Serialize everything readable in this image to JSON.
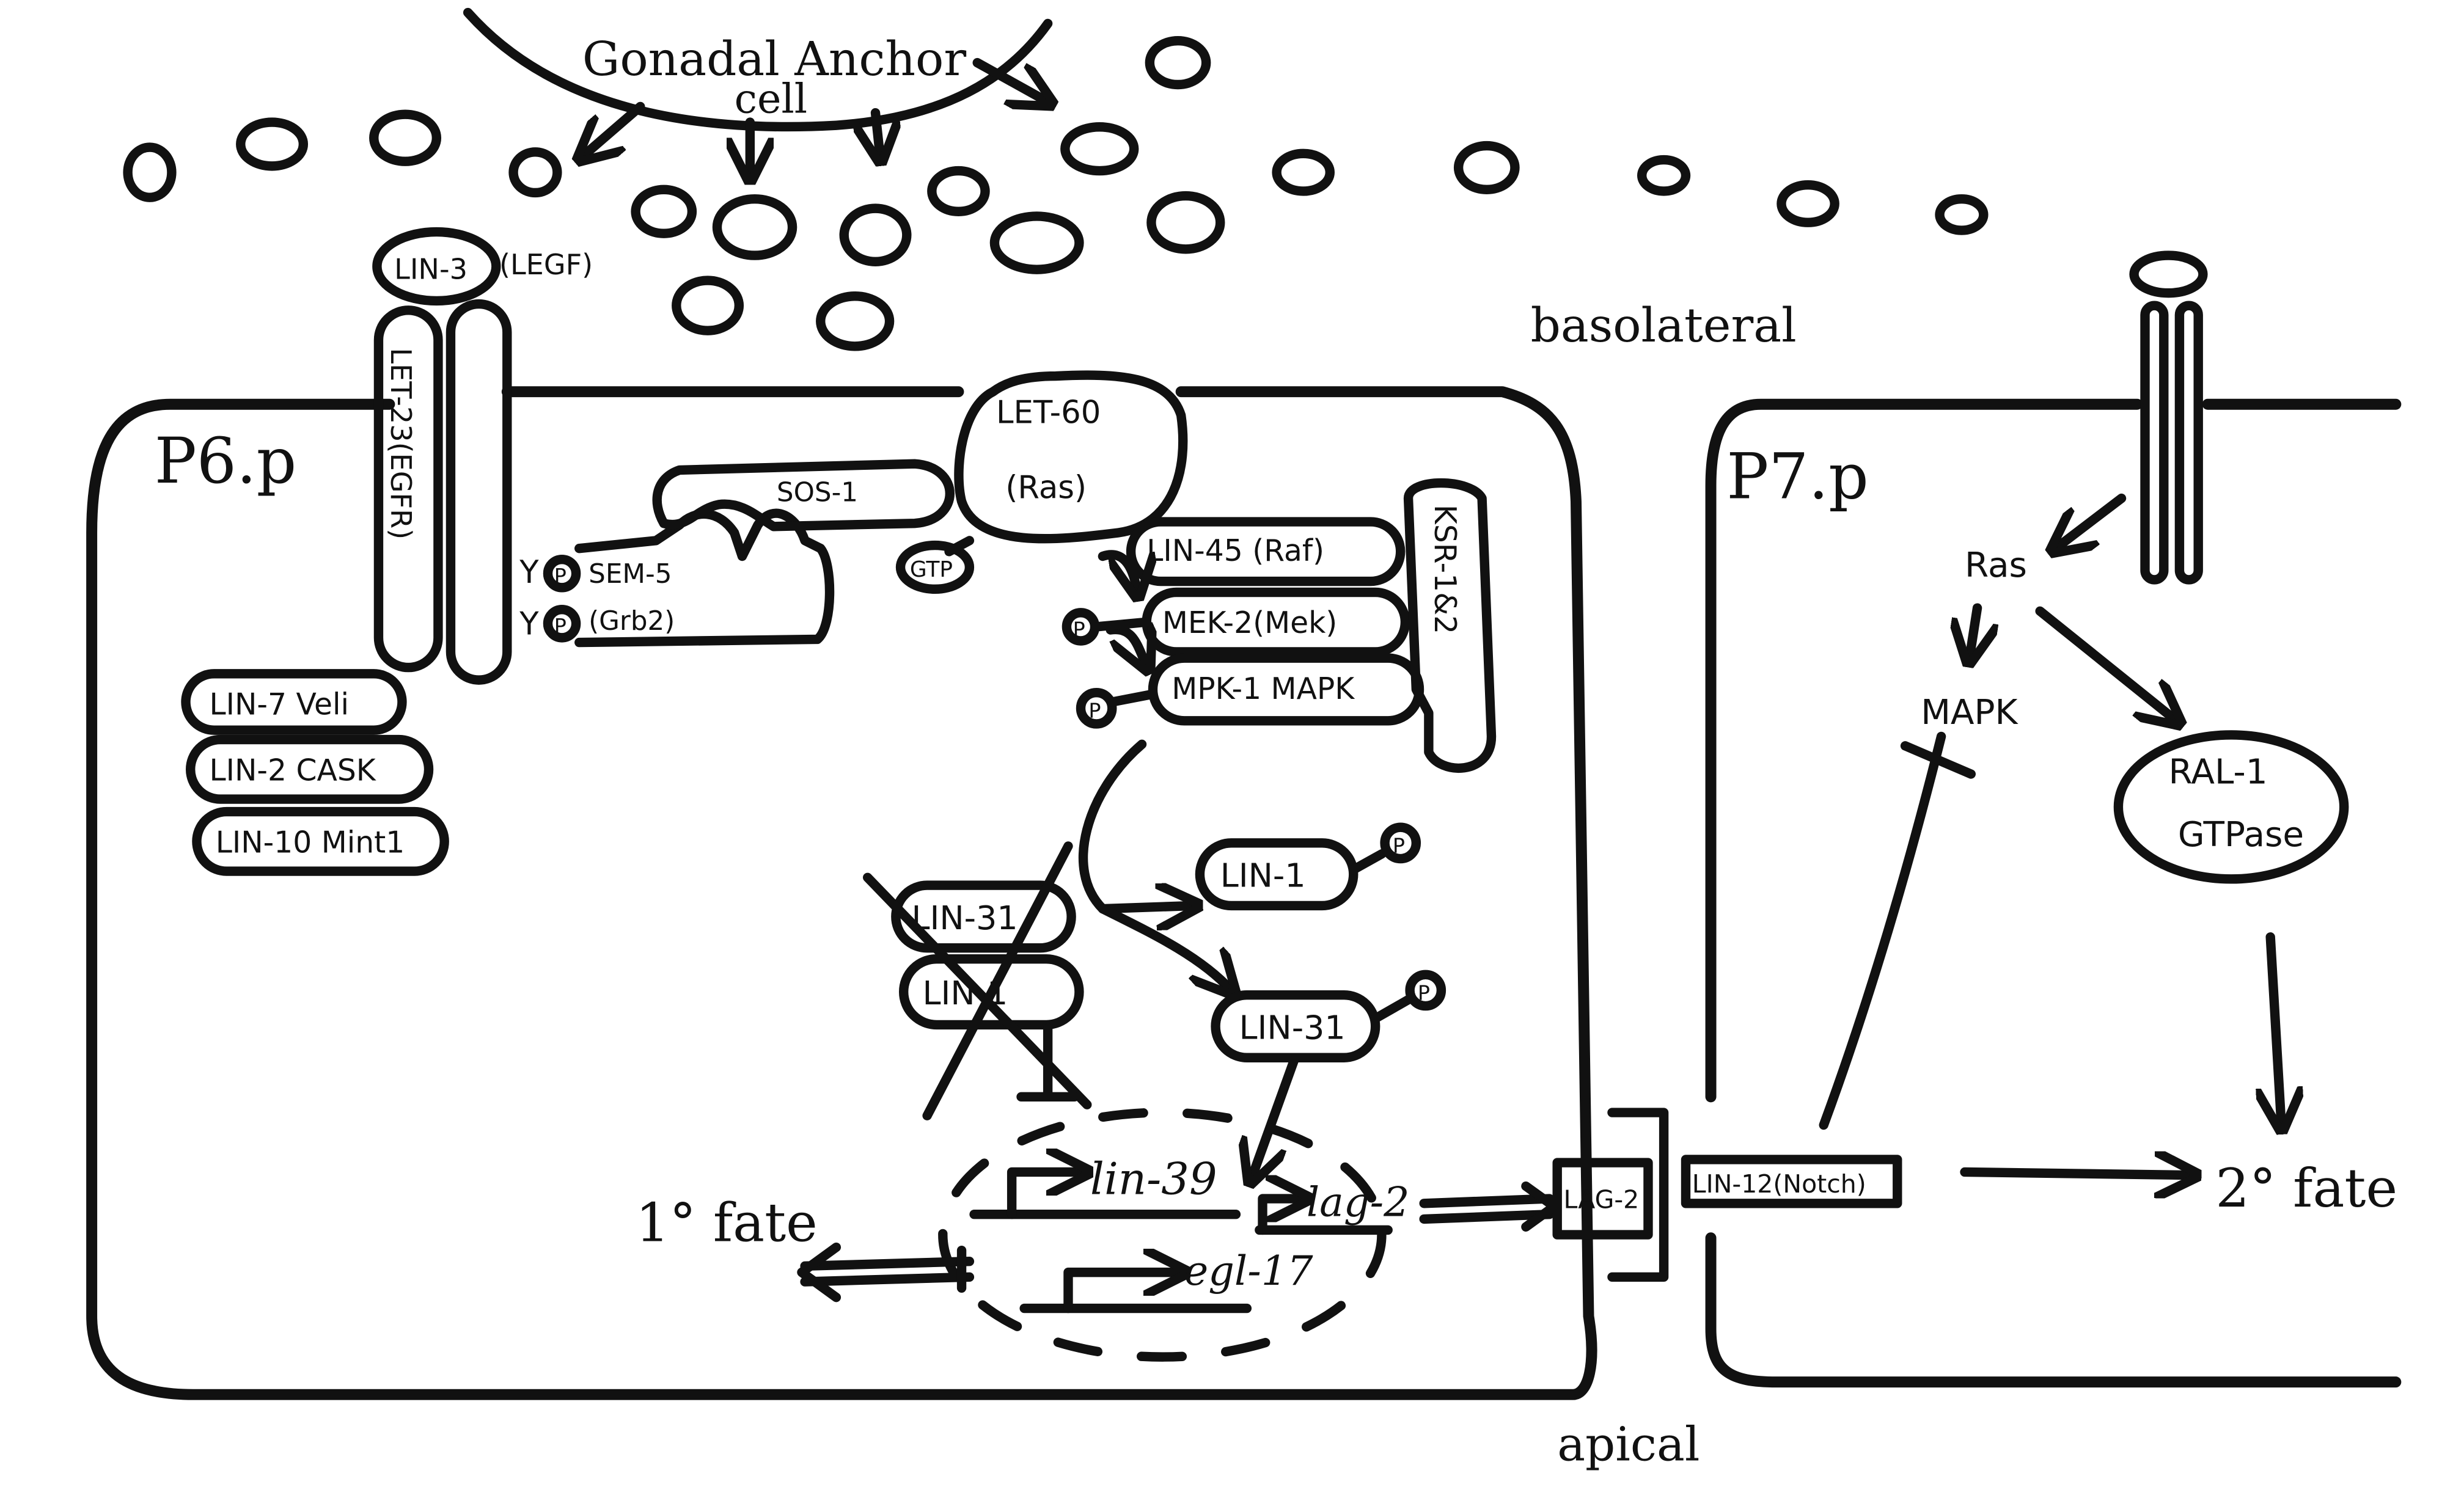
{
  "labels": {
    "gonadal_anchor_cell": "Gonadal Anchor",
    "cell": "cell",
    "basolateral": "basolateral",
    "apical": "apical",
    "p6p": "P6.p",
    "p7p": "P7.p",
    "lin3": "LIN-3",
    "legf": "(LEGF)",
    "let23": "LET-23(EGFR)",
    "lin7": "LIN-7 Veli",
    "lin2": "LIN-2 CASK",
    "lin10": "LIN-10 Mint1",
    "y1": "Y",
    "y2": "Y",
    "p": "P",
    "sem5": "SEM-5",
    "grb2": "(Grb2)",
    "sos1": "SOS-1",
    "let60": "LET-60",
    "ras_paren": "(Ras)",
    "gtp": "GTP",
    "lin45": "LIN-45 (Raf)",
    "mek2": "MEK-2(Mek)",
    "mpk1": "MPK-1 MAPK",
    "ksr": "KSR-1&2",
    "lin1_p": "LIN-1",
    "lin31_p": "LIN-31",
    "lin31_x": "LIN-31",
    "lin1_x": "LIN-1",
    "lin39": "lin-39",
    "lag2_gene": "lag-2",
    "egl17": "egl-17",
    "fate1": "1° fate",
    "lag2_protein": "LAG-2",
    "lin12": "LIN-12(Notch)",
    "fate2": "2° fate",
    "ras": "Ras",
    "mapk": "MAPK",
    "ral1": "RAL-1",
    "gtpase": "GTPase"
  },
  "colors": {
    "ink": "#111111",
    "background": "#ffffff"
  }
}
